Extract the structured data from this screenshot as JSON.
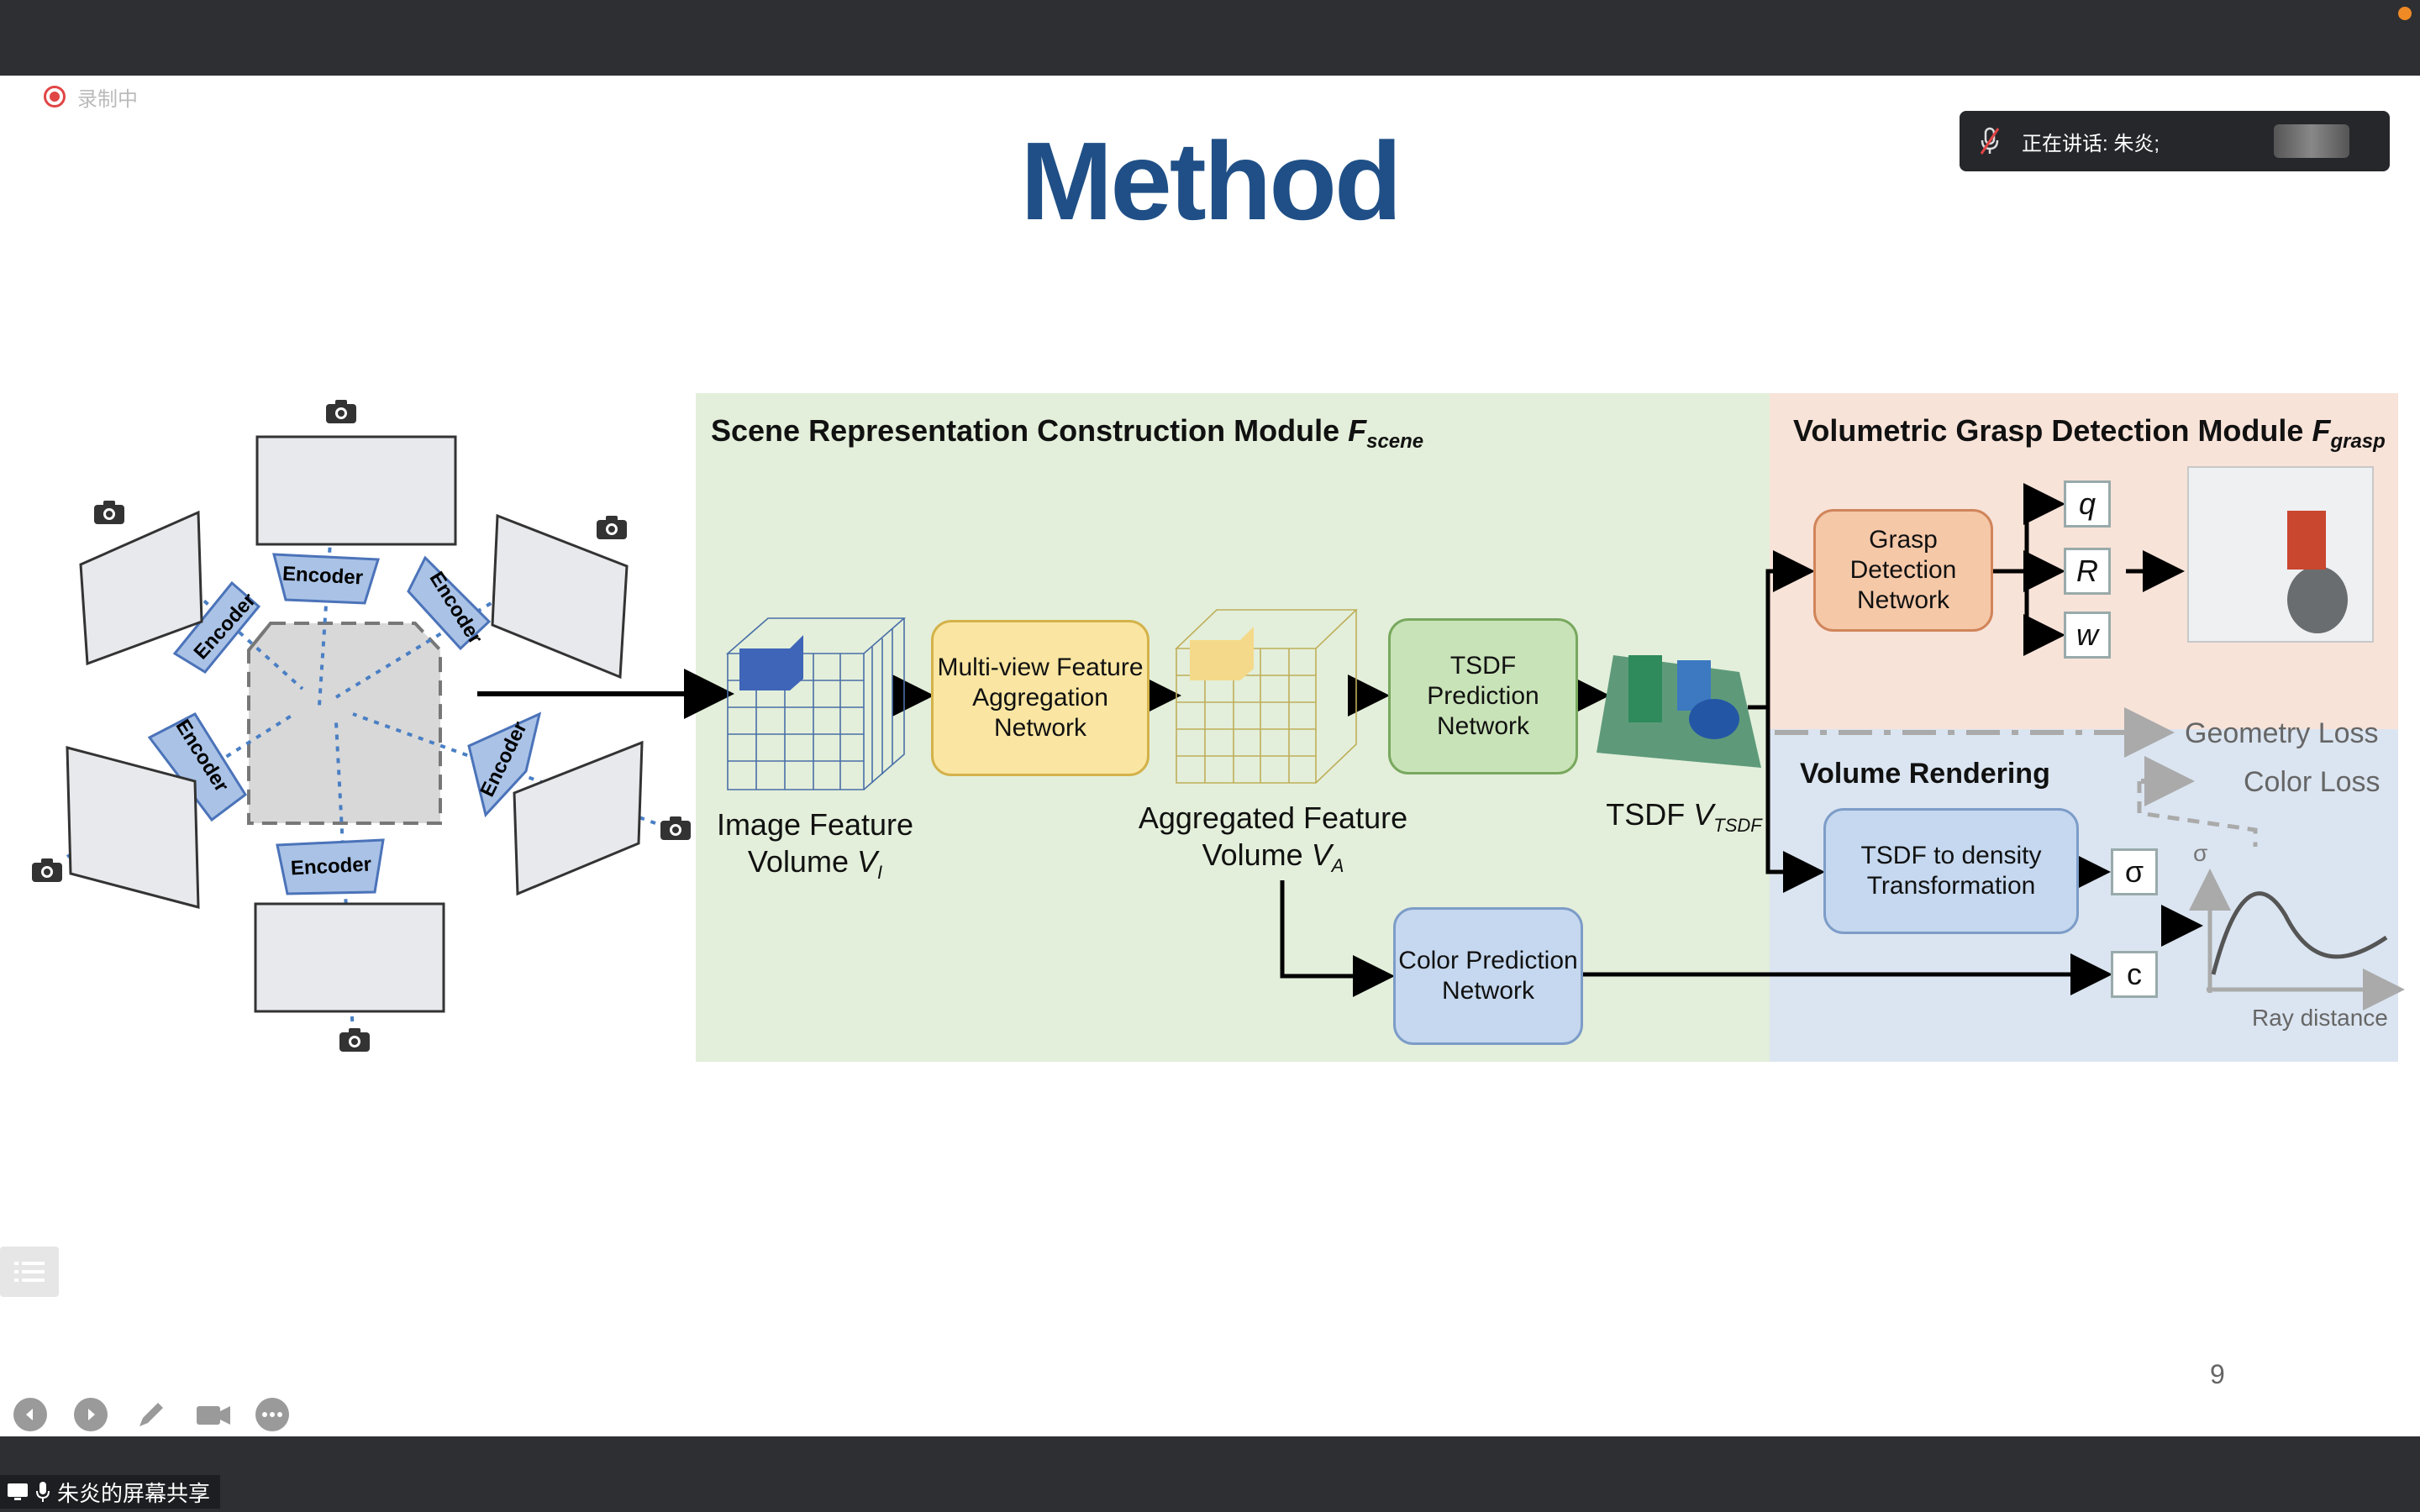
{
  "recording": {
    "label": "录制中"
  },
  "slide": {
    "title": "Method",
    "number": "9"
  },
  "speaking": {
    "label": "正在讲话: 朱炎;"
  },
  "share": {
    "label": "朱炎的屏幕共享"
  },
  "diagram": {
    "encoder_label": "Encoder",
    "scene_module": {
      "title": "Scene Representation Construction Module ",
      "symbol": "F",
      "subscript": "scene"
    },
    "grasp_module": {
      "title": "Volumetric Grasp Detection Module ",
      "symbol": "F",
      "subscript": "grasp"
    },
    "image_feature_volume": {
      "line1": "Image Feature",
      "line2": "Volume ",
      "symbol": "V",
      "subscript": "I"
    },
    "multiview_box": "Multi-view Feature Aggregation Network",
    "aggregated_volume": {
      "line1": "Aggregated Feature",
      "line2": "Volume ",
      "symbol": "V",
      "subscript": "A"
    },
    "tsdf_box": "TSDF Prediction Network",
    "tsdf_label": {
      "prefix": "TSDF ",
      "symbol": "V",
      "subscript": "TSDF"
    },
    "grasp_box": "Grasp Detection Network",
    "outputs": [
      "q",
      "R",
      "w"
    ],
    "geometry_loss": "Geometry Loss",
    "color_loss": "Color Loss",
    "volume_rendering": "Volume Rendering",
    "density_box": "TSDF to density Transformation",
    "sigma": "σ",
    "color_box": "Color Prediction Network",
    "c_label": "c",
    "plot_ylabel": "σ",
    "plot_xlabel": "Ray distance"
  },
  "colors": {
    "title": "#1f4f86",
    "green_panel": "#e3efda",
    "orange_panel": "#f8e3d9",
    "blue_panel": "#dbe5f1"
  }
}
